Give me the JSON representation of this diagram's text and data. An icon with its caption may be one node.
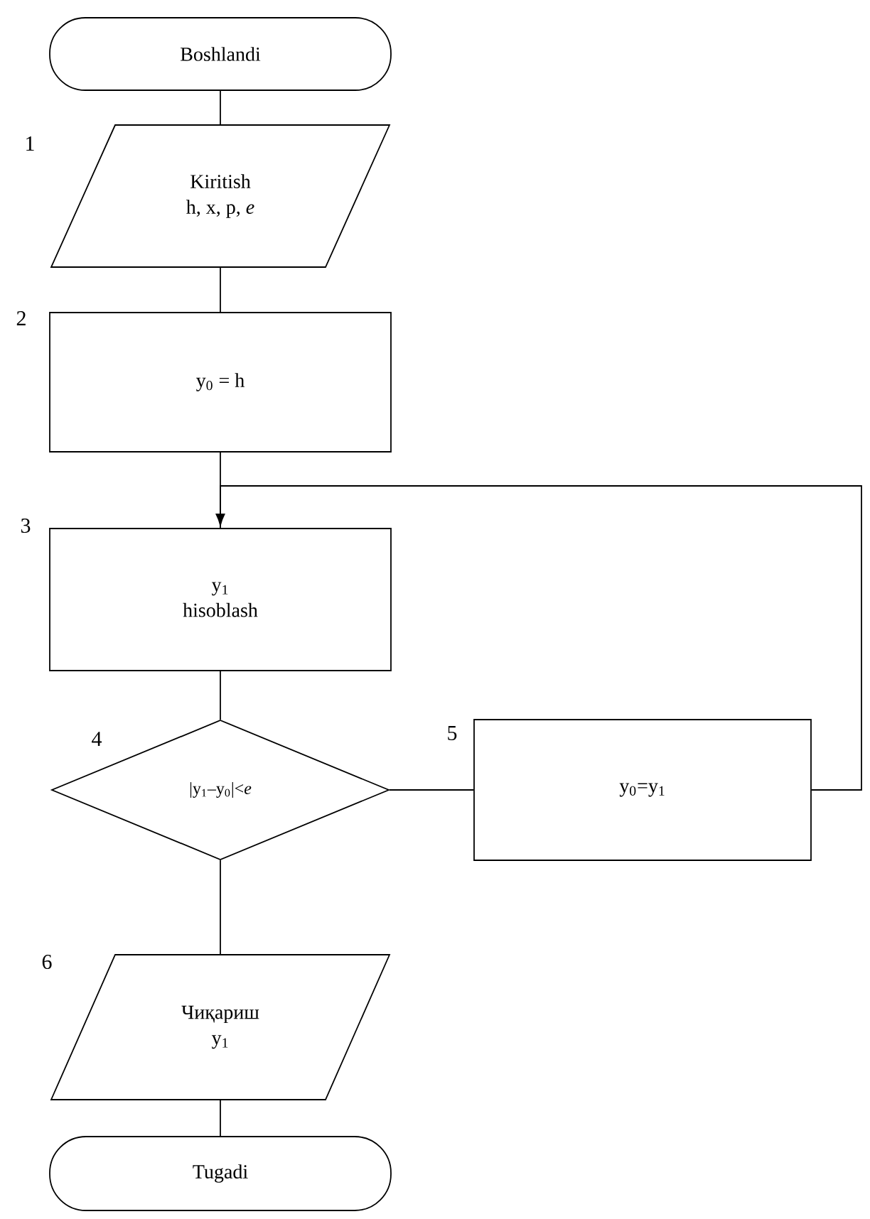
{
  "diagram": {
    "nodes": [
      {
        "text": [
          "Boshlandi"
        ]
      },
      {
        "text": [
          "Kiritish",
          "h, x, p, *e*"
        ],
        "beside": [
          "1"
        ]
      },
      {
        "text": [
          "y$_{0}$ = h"
        ],
        "beside": [
          "2"
        ]
      },
      {
        "text": [
          "y$_{1}$",
          "hisoblash"
        ],
        "beside": [
          "3"
        ]
      },
      {
        "text": [
          "|y$_{1}$–y$_{0}$|<*e*"
        ],
        "beside": [
          "4"
        ]
      },
      {
        "text": [
          "y$_{0}$=y$_{1}$"
        ],
        "beside": [
          "5"
        ]
      },
      {
        "text": [
          "Чиқариш",
          "y$_{1}$"
        ],
        "beside": [
          "6"
        ]
      },
      {
        "text": [
          "Tugadi"
        ]
      }
    ],
    "edges": [
      {
        "from": 0,
        "to": 1,
        "arrow": "none"
      },
      {
        "from": 1,
        "to": 2,
        "arrow": "none"
      },
      {
        "from": 2,
        "to": 3,
        "arrow": "none"
      },
      {
        "from": 3,
        "to": 4,
        "arrow": "none"
      },
      {
        "from": 4,
        "to": 5,
        "arrow": "none"
      },
      {
        "from": 5,
        "to": 3,
        "arrow": "to"
      },
      {
        "from": 4,
        "to": 6,
        "arrow": "none"
      },
      {
        "from": 6,
        "to": 7,
        "arrow": "none"
      }
    ]
  }
}
